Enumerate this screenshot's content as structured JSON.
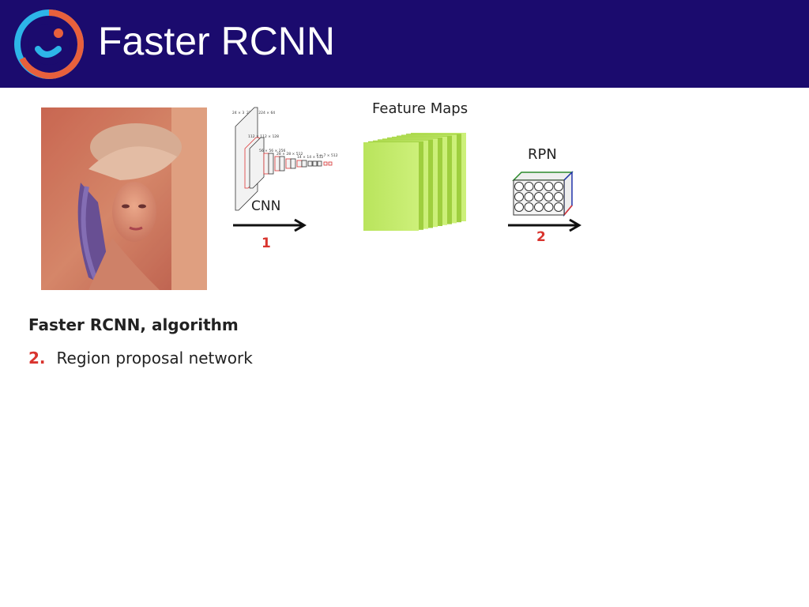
{
  "slide": {
    "title": "Faster RCNN"
  },
  "diagram": {
    "cnn_label": "CNN",
    "feature_maps_label": "Feature Maps",
    "rpn_label": "RPN",
    "step1": "1",
    "step2": "2",
    "cnn_dims": [
      "24 × 3",
      "224 × 224 × 64",
      "112 × 112 × 128",
      "56 × 56 × 256",
      "28 × 28 × 512",
      "14 × 14 × 512",
      "7 × 7 × 512"
    ]
  },
  "algorithm": {
    "heading": "Faster RCNN, algorithm",
    "item_number": "2.",
    "item_text": "Region proposal network"
  },
  "colors": {
    "header_bg": "#1b0b6e",
    "accent_red": "#d9342e",
    "feature_green": "#b5e35a"
  }
}
